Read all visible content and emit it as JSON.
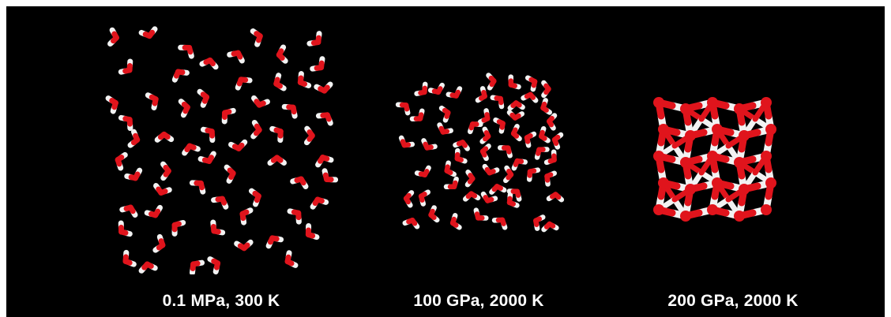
{
  "figure": {
    "background": "#000000",
    "colors": {
      "oxygen": "#e0141c",
      "hydrogen": "#f2f2f2"
    },
    "panels": [
      {
        "id": "liquid",
        "caption": "0.1 MPa, 300 K",
        "state": "disordered-molecules"
      },
      {
        "id": "dense-liquid",
        "caption": "100 GPa, 2000 K",
        "state": "dense-disordered-molecules"
      },
      {
        "id": "crystal",
        "caption": "200 GPa, 2000 K",
        "state": "ordered-lattice"
      }
    ]
  }
}
